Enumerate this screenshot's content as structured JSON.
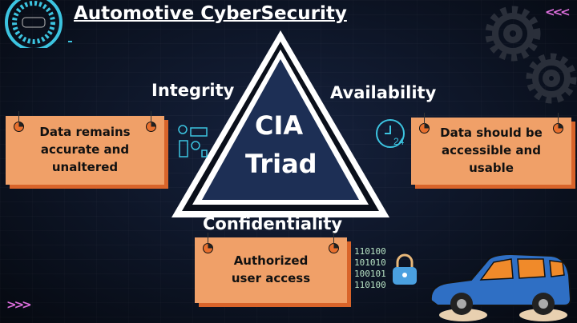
{
  "title": "Automotive CyberSecurity",
  "center": {
    "line1": "CIA",
    "line2": "Triad"
  },
  "labels": {
    "integrity": "Integrity",
    "availability": "Availability",
    "confidentiality": "Confidentiality"
  },
  "boxes": {
    "integrity": "Data remains accurate and unaltered",
    "availability": "Data should be accessible and usable",
    "confidentiality": "Authorized user access"
  },
  "decor": {
    "arrows_left": "<<<",
    "arrows_right": ">>>"
  },
  "colors": {
    "background": "#0c1424",
    "box": "#f0a068",
    "box_shadow": "#d9642a",
    "accent": "#3cc4e0",
    "car": "#2f6fc4"
  },
  "icons": [
    "car-logo-icon",
    "gear-icon",
    "lightbulb-code-icon",
    "clock-24-icon",
    "padlock-binary-icon",
    "car-icon"
  ]
}
